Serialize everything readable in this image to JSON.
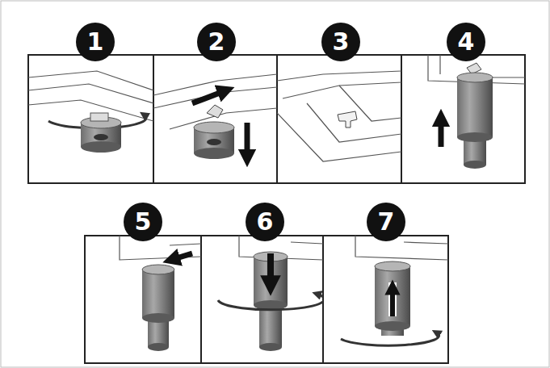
{
  "diagram": {
    "nodes": [
      {
        "text": [
          "1"
        ]
      },
      {
        "text": [
          "2"
        ]
      },
      {
        "text": [
          "3"
        ]
      },
      {
        "text": [
          "4"
        ]
      },
      {
        "text": [
          "5"
        ]
      },
      {
        "text": [
          "6"
        ]
      },
      {
        "text": [
          "7"
        ]
      }
    ]
  }
}
